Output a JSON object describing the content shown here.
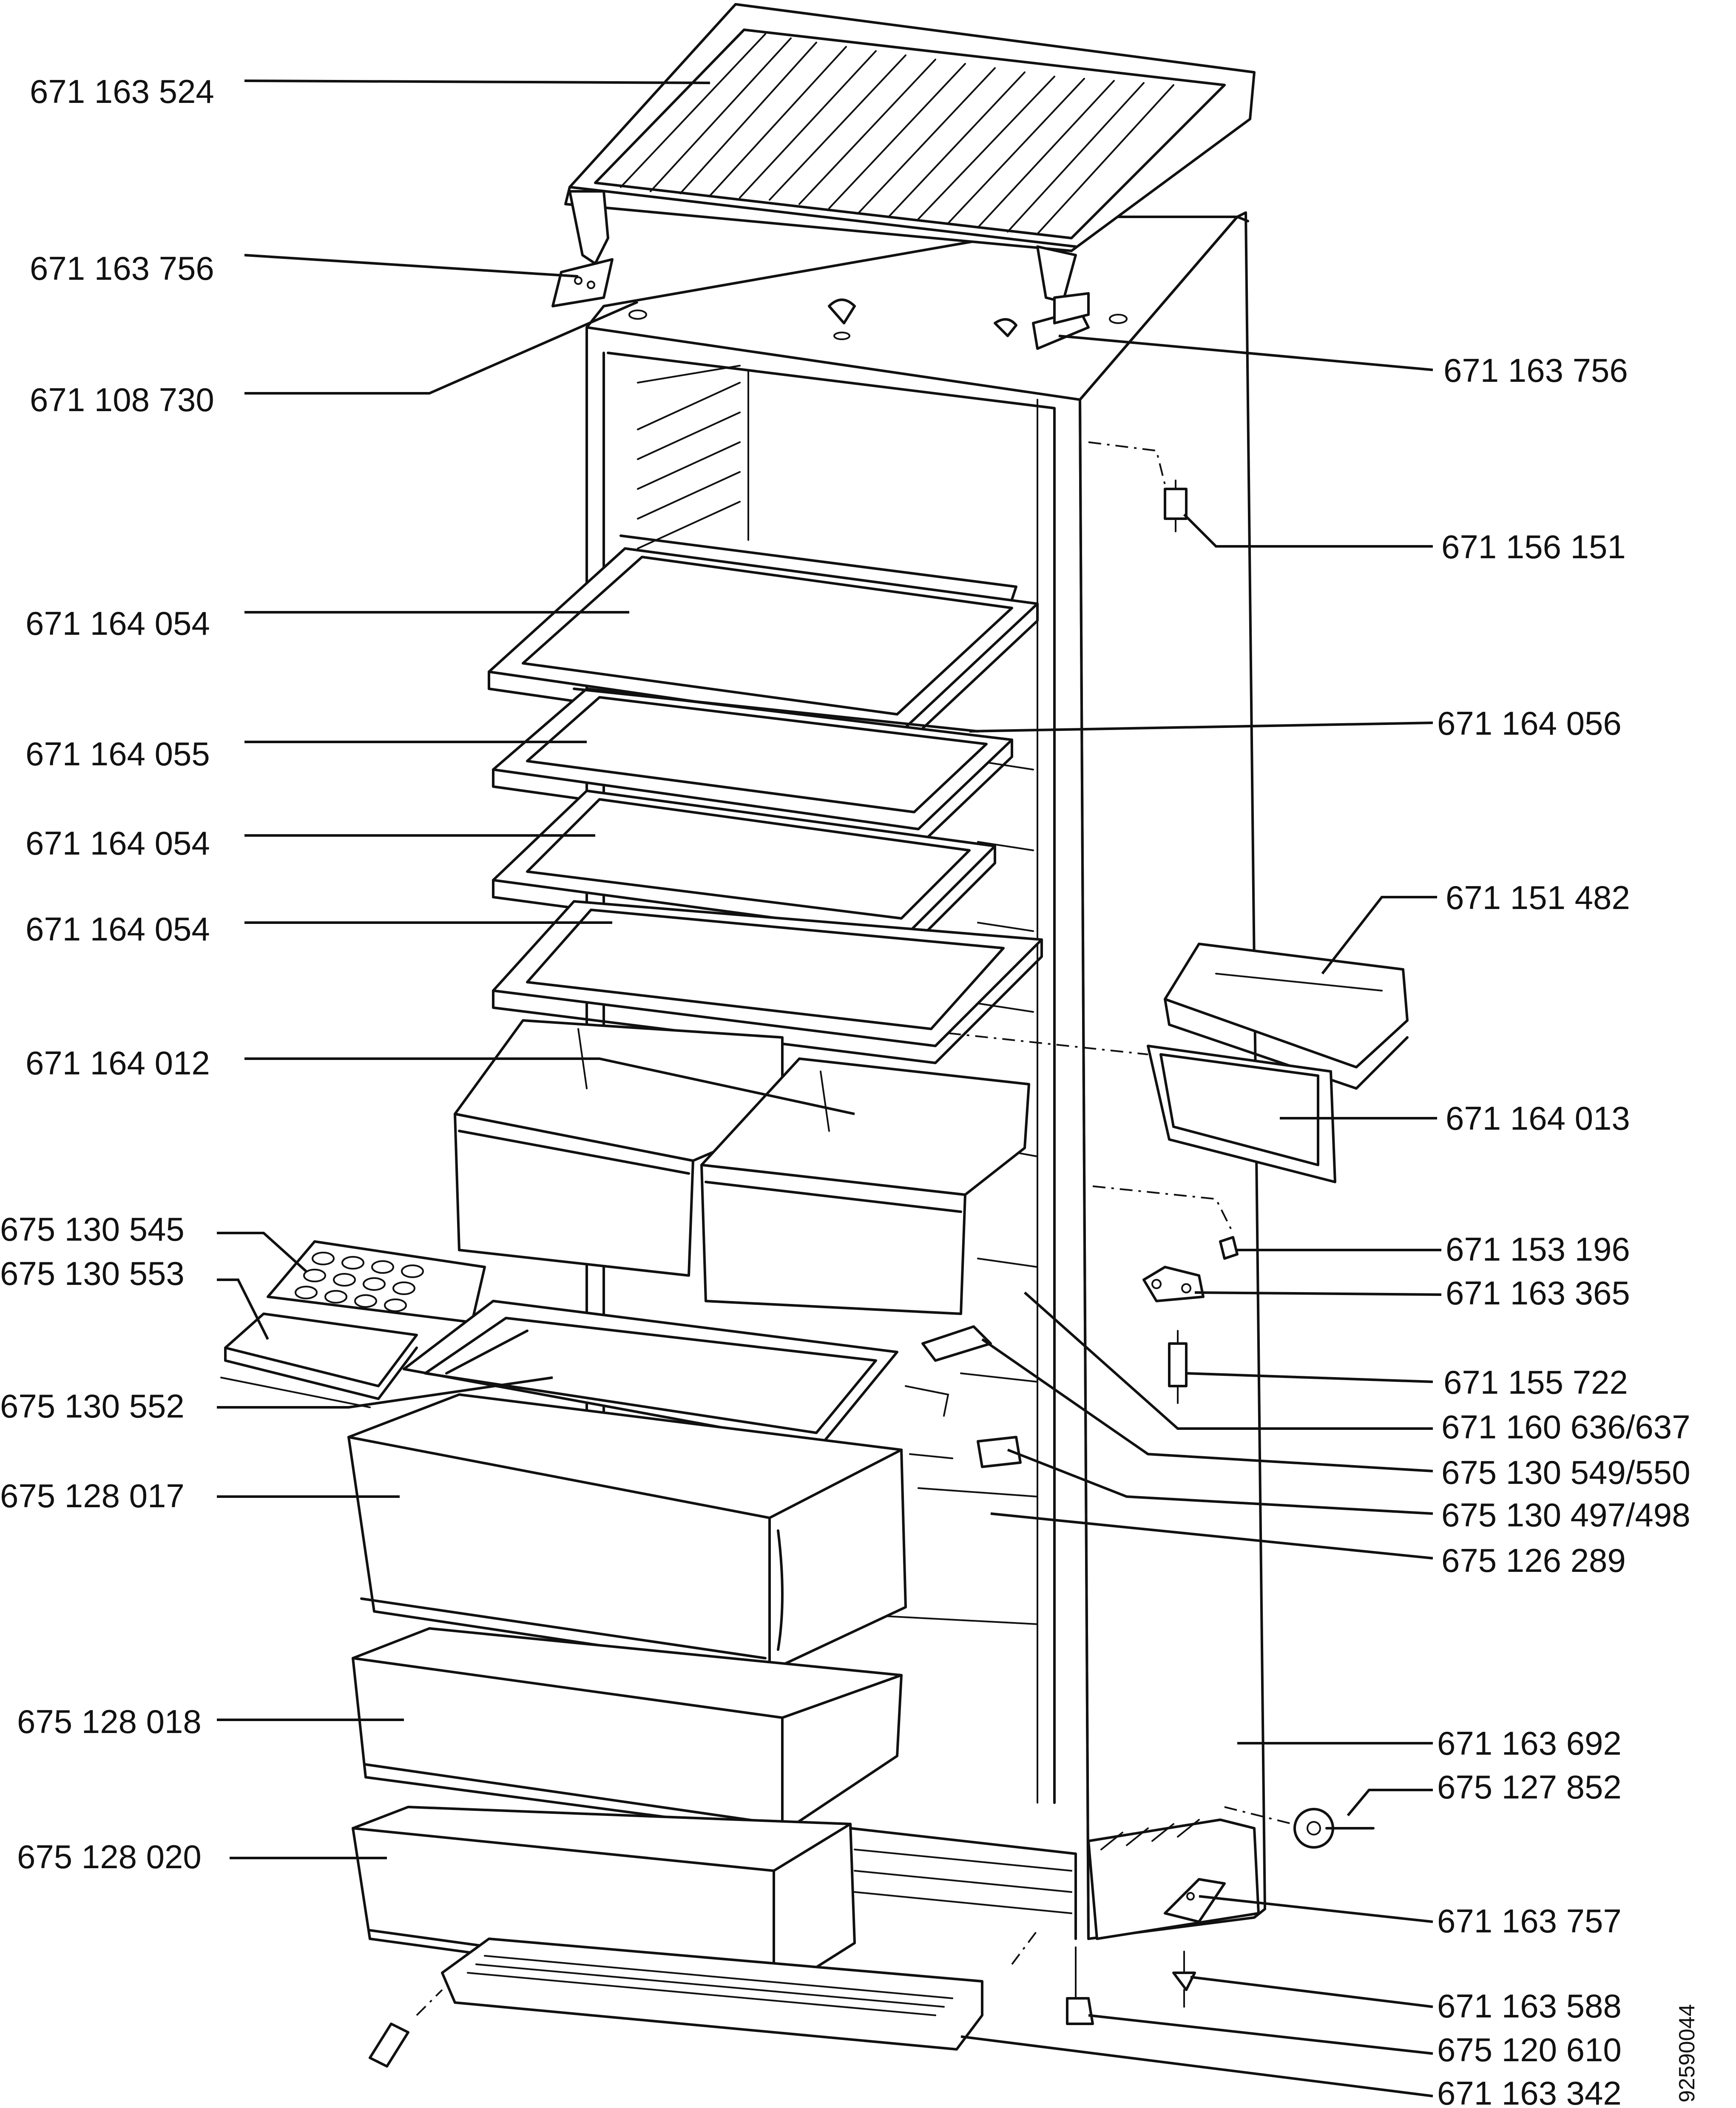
{
  "drawing_number": "92590044",
  "labels": [
    "671 163 524",
    "671 163 756",
    "671 108 730",
    "671 164 054",
    "671 164 055",
    "671 164 054",
    "671 164 054",
    "671 164 012",
    "675 130 545",
    "675 130 553",
    "675 130 552",
    "675 128 017",
    "675 128 018",
    "675 128 020",
    "671 163 756",
    "671 156 151",
    "671 164 056",
    "671 151 482",
    "671 164 013",
    "671 153 196",
    "671 163 365",
    "671 155 722",
    "671 160 636/637",
    "675 130 549/550",
    "675 130 497/498",
    "675 126 289",
    "671 163 692",
    "675 127 852",
    "671 163 757",
    "671 163 588",
    "675 120 610",
    "671 163 342"
  ]
}
